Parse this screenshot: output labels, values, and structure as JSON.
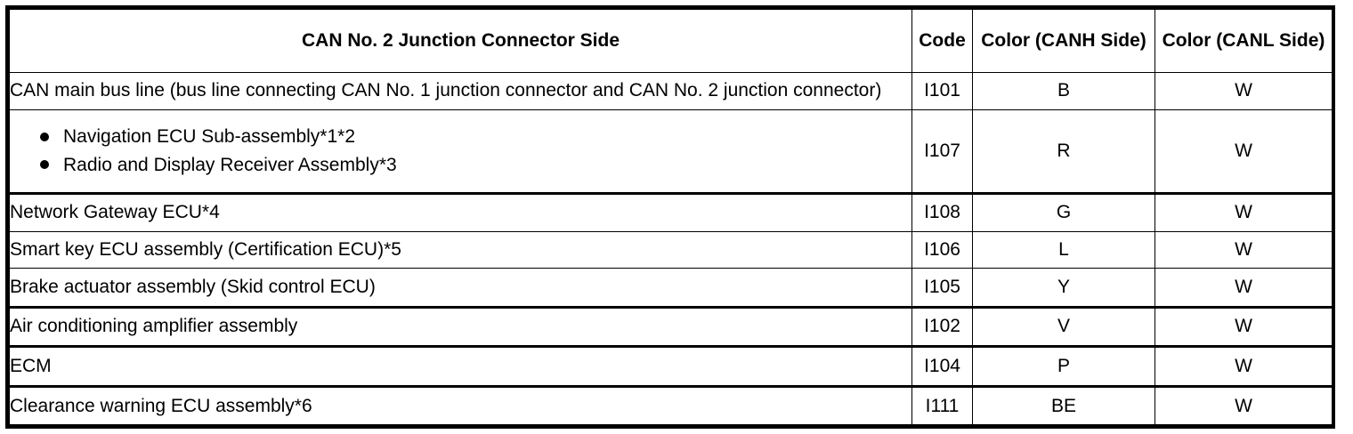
{
  "table": {
    "columns": [
      {
        "key": "description",
        "label": "CAN No. 2 Junction Connector Side"
      },
      {
        "key": "code",
        "label": "Code"
      },
      {
        "key": "canh",
        "label": "Color (CANH Side)"
      },
      {
        "key": "canl",
        "label": "Color (CANL Side)"
      }
    ],
    "rows": [
      {
        "description": "CAN main bus line (bus line connecting CAN No. 1 junction connector and CAN No. 2 junction connector)",
        "code": "I101",
        "canh": "B",
        "canl": "W"
      },
      {
        "bullets": [
          "Navigation ECU Sub-assembly*1*2",
          "Radio and Display Receiver Assembly*3"
        ],
        "code": "I107",
        "canh": "R",
        "canl": "W"
      },
      {
        "description": "Network Gateway ECU*4",
        "code": "I108",
        "canh": "G",
        "canl": "W"
      },
      {
        "description": "Smart key ECU assembly (Certification ECU)*5",
        "code": "I106",
        "canh": "L",
        "canl": "W"
      },
      {
        "description": "Brake actuator assembly (Skid control ECU)",
        "code": "I105",
        "canh": "Y",
        "canl": "W"
      },
      {
        "description": "Air conditioning amplifier assembly",
        "code": "I102",
        "canh": "V",
        "canl": "W"
      },
      {
        "description": "ECM",
        "code": "I104",
        "canh": "P",
        "canl": "W"
      },
      {
        "description": "Clearance warning ECU assembly*6",
        "code": "I111",
        "canh": "BE",
        "canl": "W"
      }
    ]
  },
  "colors": {
    "border": "#000000",
    "text": "#000000",
    "background": "#ffffff"
  }
}
